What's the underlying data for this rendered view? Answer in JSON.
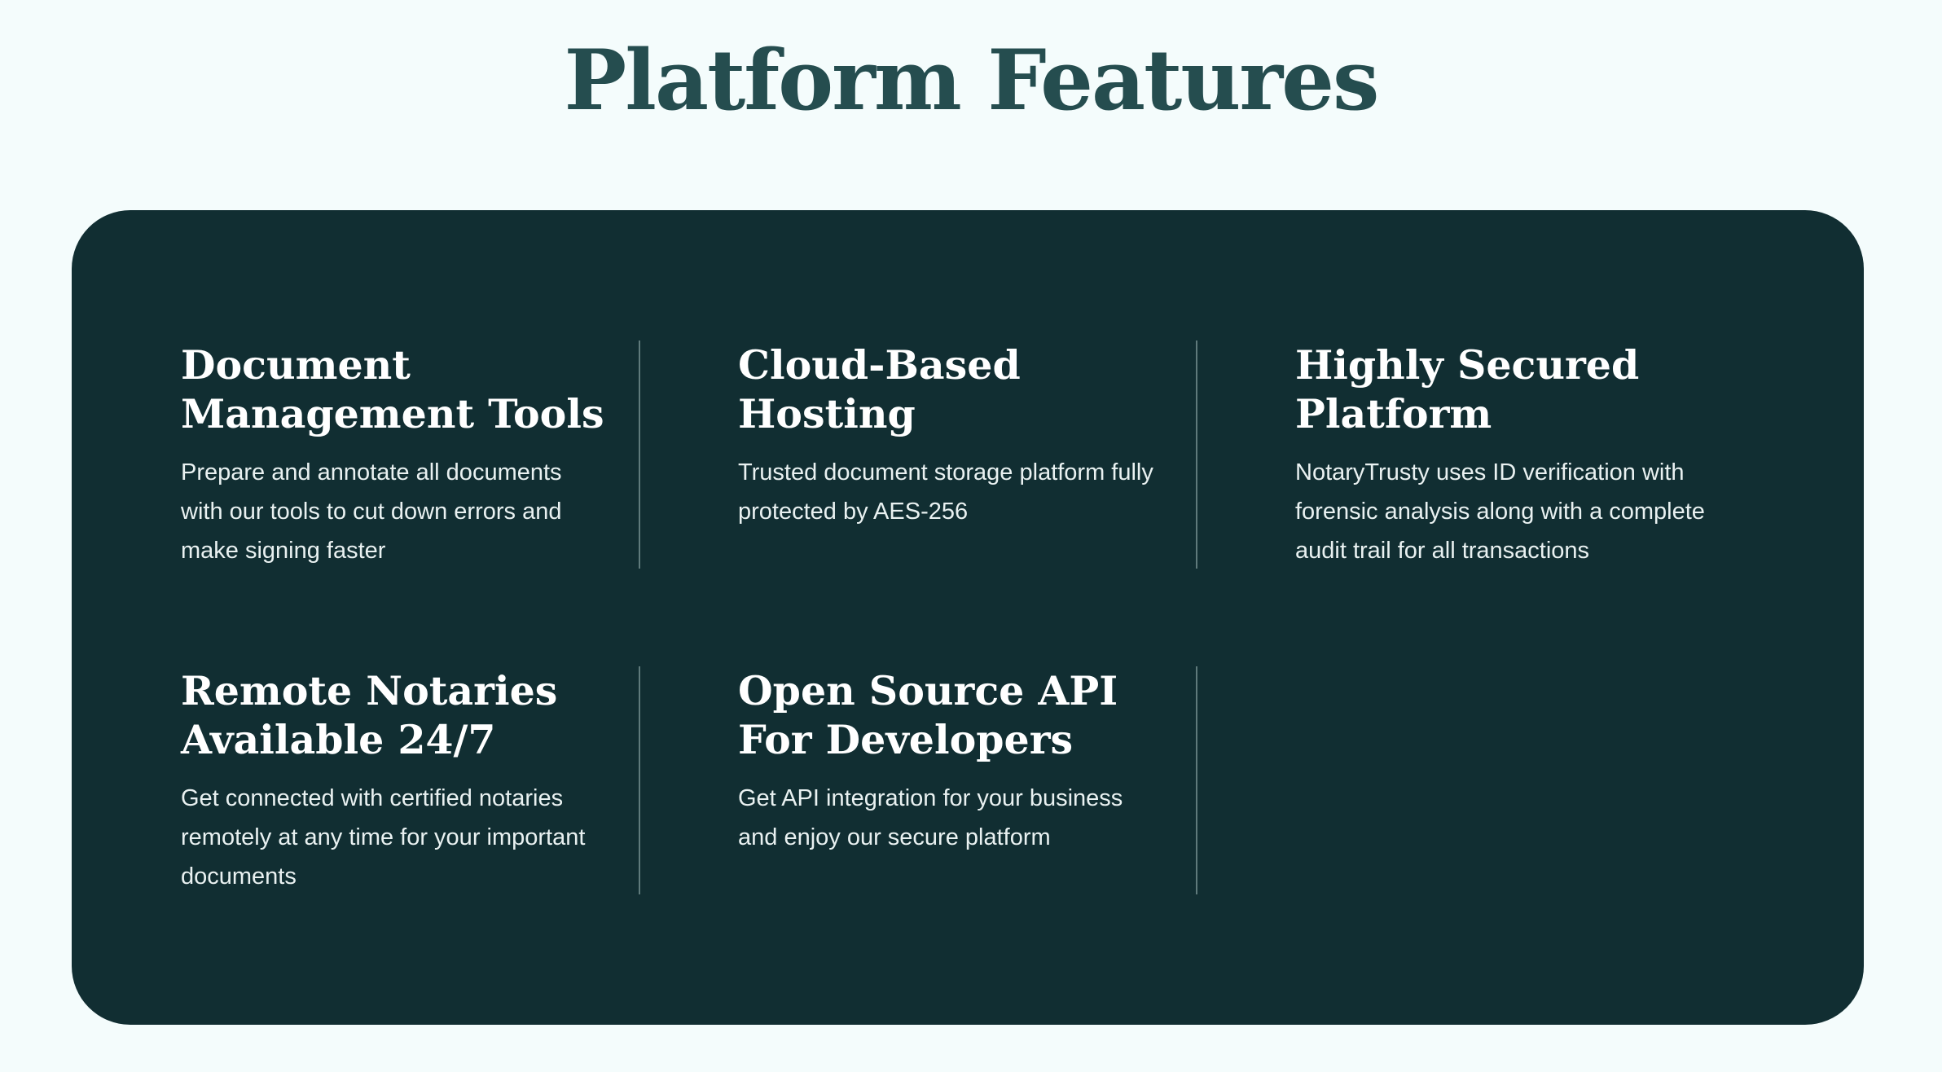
{
  "page": {
    "title": "Platform Features"
  },
  "colors": {
    "background": "#f4fcfc",
    "panel": "#112e32",
    "title": "#254d4f",
    "card_text": "#ffffff",
    "divider": "#5f7a7b"
  },
  "features": [
    {
      "title": "Document Management Tools",
      "description": "Prepare and annotate all documents with our tools to cut down errors and make signing faster"
    },
    {
      "title": "Cloud-Based Hosting",
      "description": "Trusted document storage platform fully protected by AES-256"
    },
    {
      "title": "Highly Secured Platform",
      "description": "NotaryTrusty uses ID verification with forensic analysis along with a complete audit trail for all transactions"
    },
    {
      "title": "Remote Notaries Available 24/7",
      "description": "Get connected with certified notaries remotely at any time for your important documents"
    },
    {
      "title": "Open Source API For Developers",
      "description": "Get API integration for your business and enjoy our secure platform"
    }
  ]
}
